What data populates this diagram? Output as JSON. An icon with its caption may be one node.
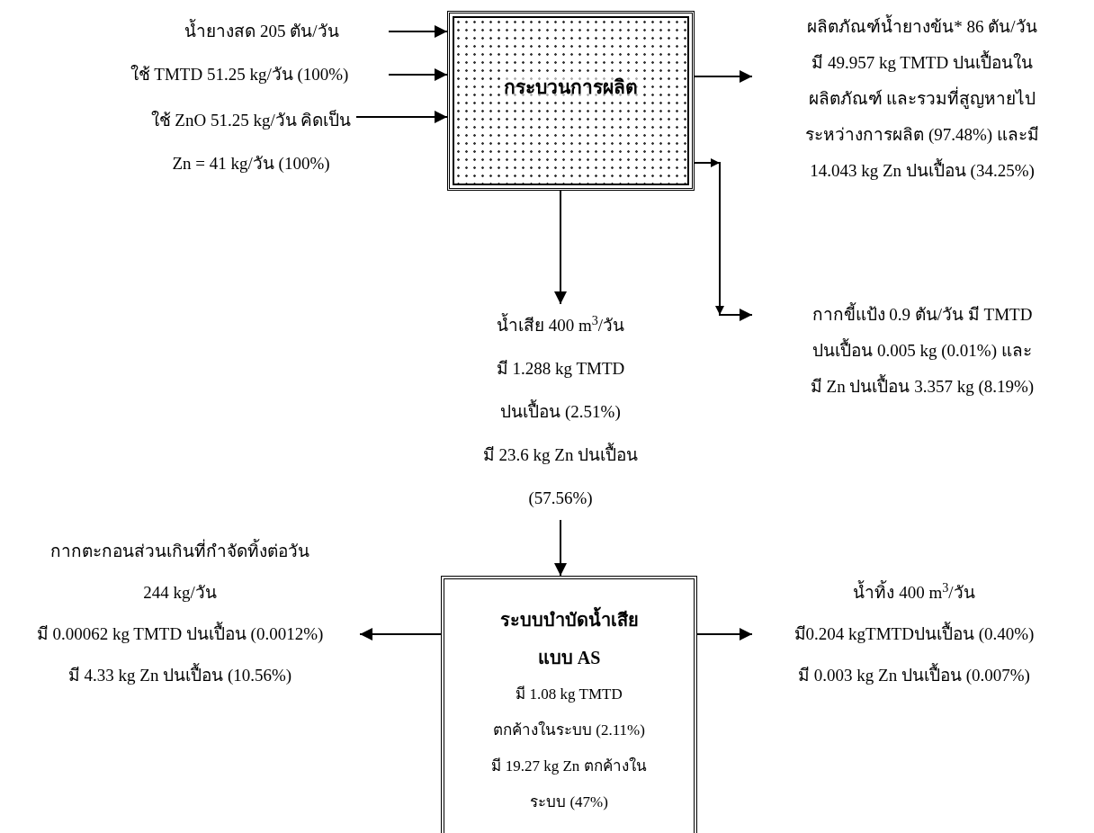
{
  "diagram": {
    "nodes": [
      {
        "text": [
          "น้ำยางสด 205 ตัน/วัน"
        ]
      },
      {
        "text": [
          "ใช้ TMTD 51.25 kg/วัน (100%)"
        ]
      },
      {
        "text": [
          "ใช้ ZnO 51.25 kg/วัน คิดเป็น Zn = 41 kg/วัน (100%)"
        ]
      },
      {
        "text": [
          "กระบวนการผลิต"
        ]
      },
      {
        "text": [
          "ผลิตภัณฑ์น้ำยางข้น* 86 ตัน/วัน",
          "มี 49.957 kg TMTD ปนเปื้อนใน",
          "ผลิตภัณฑ์ และรวมที่สูญหายไป",
          "ระหว่างการผลิต (97.48%) และมี",
          "14.043 kg Zn ปนเปื้อน (34.25%)"
        ]
      },
      {
        "text": [
          "กากขี้แป้ง  0.9 ตัน/วัน มี TMTD",
          "ปนเปื้อน 0.005 kg  (0.01%) และ",
          "มี Zn ปนเปื้อน 3.357 kg (8.19%)"
        ]
      },
      {
        "text": [
          "น้ำเสีย 400 m$^{3}$/วัน",
          "มี 1.288 kg TMTD",
          "ปนเปื้อน (2.51%)",
          "มี  23.6 kg  Zn ปนเปื้อน",
          "(57.56%)"
        ]
      },
      {
        "text": [
          "ระบบบำบัดน้ำเสีย",
          "แบบ AS",
          "มี 1.08 kg TMTD",
          "ตกค้างในระบบ (2.11%)",
          "มี 19.27 kg Zn ตกค้างใน",
          "ระบบ (47%)"
        ]
      },
      {
        "text": [
          "กากตะกอนส่วนเกินที่กำจัดทิ้งต่อวัน",
          "244 kg/วัน",
          "มี 0.00062 kg TMTD ปนเปื้อน (0.0012%)",
          "มี 4.33 kg Zn ปนเปื้อน (10.56%)"
        ]
      },
      {
        "text": [
          "น้ำทิ้ง 400 m$^{3}$/วัน",
          "มี0.204 kgTMTDปนเปื้อน (0.40%)",
          "มี 0.003 kg Zn ปนเปื้อน (0.007%)"
        ]
      }
    ],
    "edges": [
      {
        "from": 0,
        "to": 3,
        "arrow": "to"
      },
      {
        "from": 1,
        "to": 3,
        "arrow": "to"
      },
      {
        "from": 2,
        "to": 3,
        "arrow": "to"
      },
      {
        "from": 3,
        "to": 4,
        "arrow": "to"
      },
      {
        "from": 3,
        "to": 5,
        "arrow": "to"
      },
      {
        "from": 3,
        "to": 6,
        "arrow": "to"
      },
      {
        "from": 6,
        "to": 7,
        "arrow": "to"
      },
      {
        "from": 7,
        "to": 8,
        "arrow": "to"
      },
      {
        "from": 7,
        "to": 9,
        "arrow": "to"
      }
    ]
  }
}
